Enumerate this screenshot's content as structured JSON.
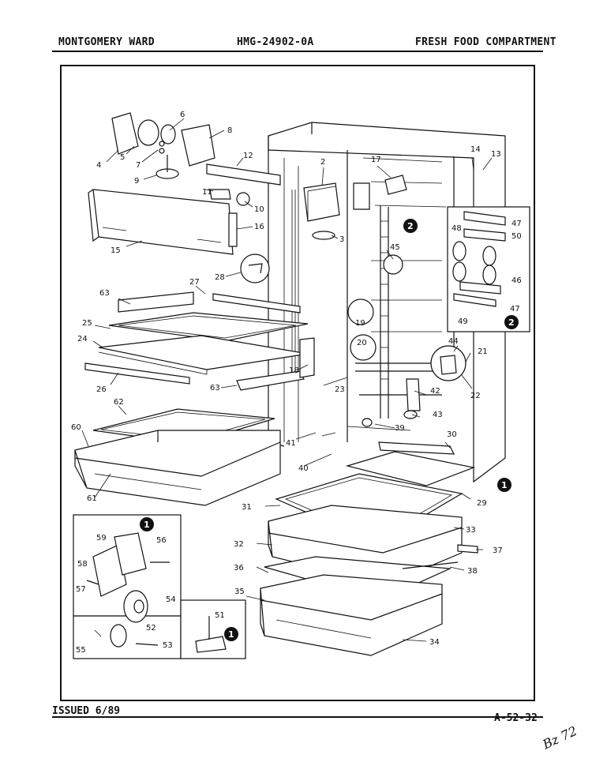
{
  "header": {
    "brand": "MONTGOMERY WARD",
    "model": "HMG-24902-0A",
    "section": "FRESH FOOD COMPARTMENT"
  },
  "footer": {
    "issued": "ISSUED 6/89",
    "page_code": "A-52-32"
  },
  "callouts": [
    {
      "id": "c1",
      "text": "1"
    },
    {
      "id": "c2",
      "text": "2"
    }
  ],
  "part_labels": [
    "2",
    "3",
    "4",
    "5",
    "6",
    "7",
    "8",
    "9",
    "10",
    "11",
    "12",
    "13",
    "14",
    "15",
    "16",
    "17",
    "18",
    "19",
    "20",
    "21",
    "22",
    "23",
    "24",
    "25",
    "26",
    "27",
    "28",
    "29",
    "30",
    "31",
    "32",
    "33",
    "34",
    "35",
    "36",
    "37",
    "38",
    "39",
    "40",
    "41",
    "42",
    "43",
    "44",
    "45",
    "46",
    "47",
    "48",
    "49",
    "50",
    "51",
    "52",
    "53",
    "54",
    "55",
    "56",
    "57",
    "58",
    "59",
    "60",
    "61",
    "62",
    "63"
  ]
}
